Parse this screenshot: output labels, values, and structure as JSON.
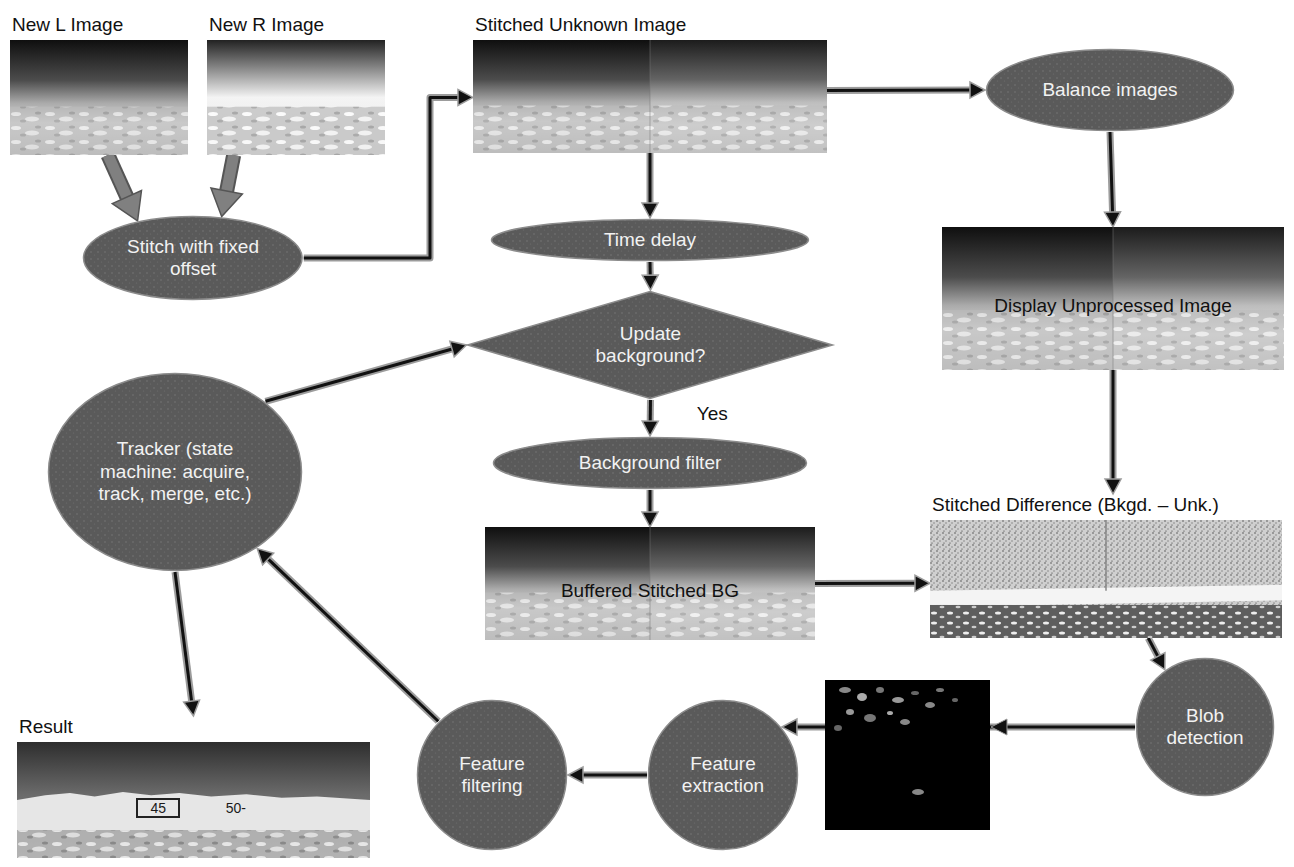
{
  "diagram": {
    "nodes": [
      {
        "text": [
          "New L Image"
        ]
      },
      {
        "text": [
          "New R Image"
        ]
      },
      {
        "text": [
          "Stitched Unknown Image"
        ]
      },
      {
        "text": [
          "Balance images"
        ]
      },
      {
        "text": [
          "Stitch with fixed offset"
        ]
      },
      {
        "text": [
          "Time delay"
        ]
      },
      {
        "text": [
          "Display Unprocessed Image"
        ]
      },
      {
        "text": [
          "Update background?"
        ]
      },
      {
        "text": [
          "Background filter"
        ]
      },
      {
        "text": [
          "Stitched Difference (Bkgd. – Unk.)"
        ]
      },
      {
        "text": [
          "Tracker (state machine: acquire, track, merge, etc.)"
        ]
      },
      {
        "text": [
          "Buffered Stitched BG"
        ]
      },
      {
        "text": [
          "Blob detection"
        ]
      },
      {
        "text": [
          "Feature filtering"
        ]
      },
      {
        "text": [
          "Feature extraction"
        ]
      },
      {
        "text": [
          "Result"
        ]
      }
    ],
    "edges": [
      {
        "from": 0,
        "to": 4,
        "arrow": "to"
      },
      {
        "from": 1,
        "to": 4,
        "arrow": "to"
      },
      {
        "from": 4,
        "to": 2,
        "arrow": "to"
      },
      {
        "from": 2,
        "to": 3,
        "arrow": "to"
      },
      {
        "from": 2,
        "to": 5,
        "arrow": "to"
      },
      {
        "from": 5,
        "to": 7,
        "arrow": "to"
      },
      {
        "from": 7,
        "to": 8,
        "label": "Yes",
        "arrow": "to"
      },
      {
        "from": 8,
        "to": 11,
        "arrow": "to"
      },
      {
        "from": 3,
        "to": 6,
        "arrow": "to"
      },
      {
        "from": 6,
        "to": 9,
        "arrow": "to"
      },
      {
        "from": 11,
        "to": 9,
        "arrow": "to"
      },
      {
        "from": 9,
        "to": 12,
        "arrow": "to"
      },
      {
        "from": 12,
        "to": 14,
        "arrow": "to"
      },
      {
        "from": 14,
        "to": 13,
        "arrow": "to"
      },
      {
        "from": 13,
        "to": 10,
        "arrow": "to"
      },
      {
        "from": 10,
        "to": 7,
        "arrow": "to"
      },
      {
        "from": 10,
        "to": 15,
        "arrow": "to"
      }
    ],
    "labels": [
      "45",
      "50-"
    ]
  }
}
